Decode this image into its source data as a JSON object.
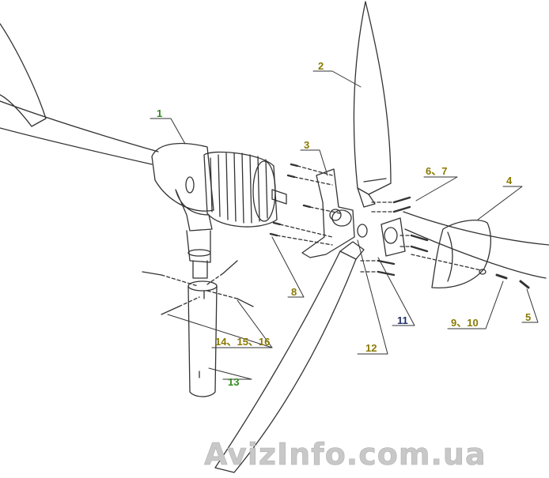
{
  "colors": {
    "line": "#333333",
    "label_green": "#2f8a1e",
    "label_olive": "#8a7a00",
    "label_blue": "#1f2f6a",
    "watermark": "#c8c8c8"
  },
  "labels": {
    "p1": "1",
    "p2": "2",
    "p3": "3",
    "p4": "4",
    "p5": "5",
    "p6_7": "6、7",
    "p8": "8",
    "p9_10": "9、10",
    "p11": "11",
    "p12": "12",
    "p13": "13",
    "p14_16": "14、15、16"
  },
  "watermark": "AvizInfo.com.ua"
}
